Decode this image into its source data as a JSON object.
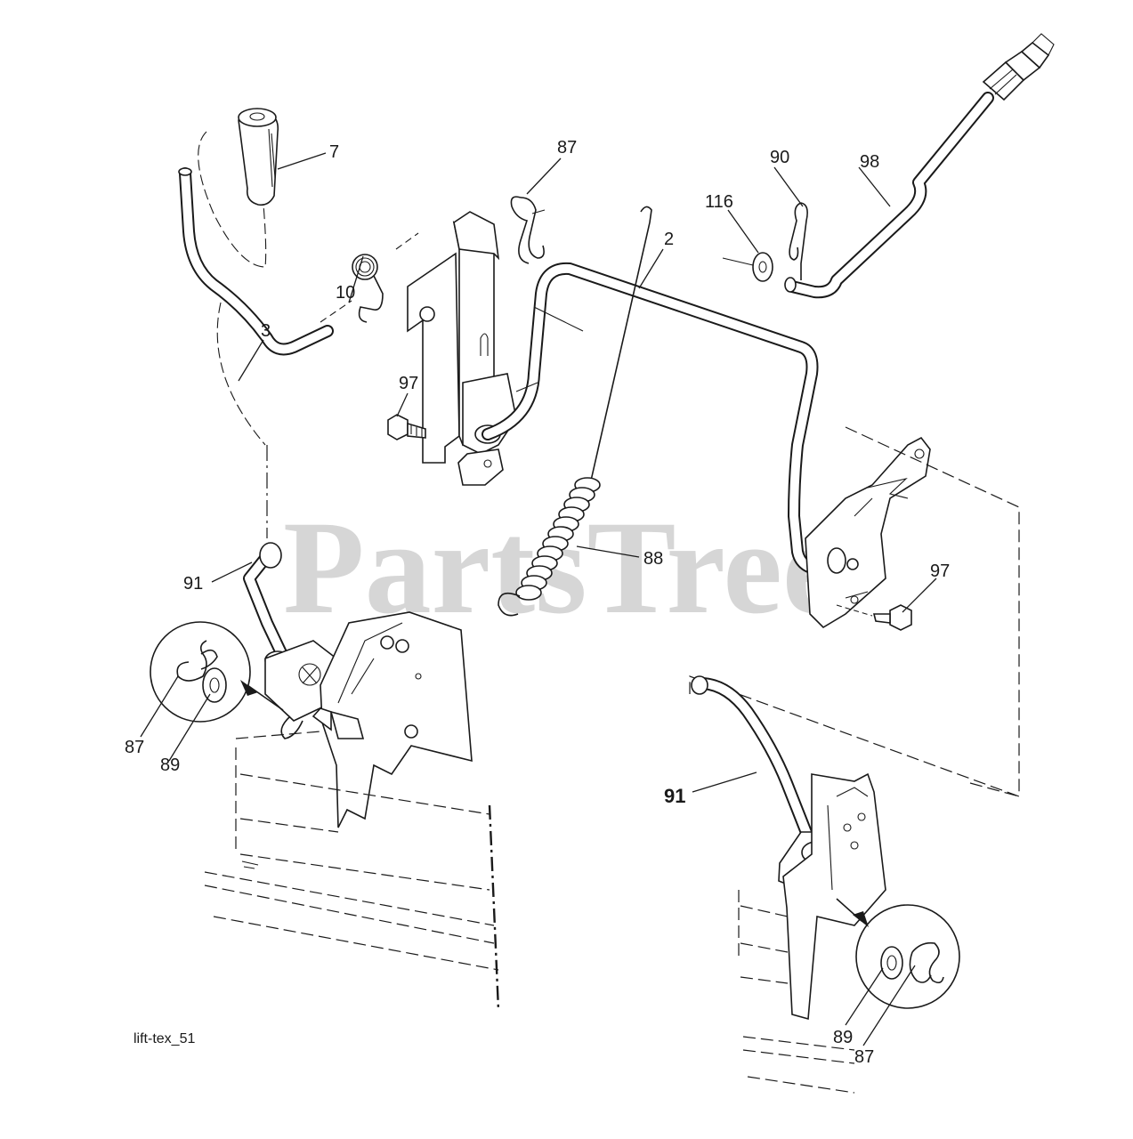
{
  "watermark": "PartsTree",
  "diagram_code": "lift-tex_51",
  "callouts": [
    {
      "id": "c-7",
      "text": "7"
    },
    {
      "id": "c-87-top",
      "text": "87"
    },
    {
      "id": "c-90",
      "text": "90"
    },
    {
      "id": "c-98",
      "text": "98"
    },
    {
      "id": "c-116",
      "text": "116"
    },
    {
      "id": "c-2",
      "text": "2"
    },
    {
      "id": "c-10",
      "text": "10"
    },
    {
      "id": "c-3",
      "text": "3"
    },
    {
      "id": "c-97-left",
      "text": "97"
    },
    {
      "id": "c-97-right",
      "text": "97"
    },
    {
      "id": "c-88",
      "text": "88"
    },
    {
      "id": "c-91-left",
      "text": "91"
    },
    {
      "id": "c-87-left",
      "text": "87"
    },
    {
      "id": "c-89-left",
      "text": "89"
    },
    {
      "id": "c-91-right",
      "text": "91"
    },
    {
      "id": "c-89-right",
      "text": "89"
    },
    {
      "id": "c-87-right",
      "text": "87"
    }
  ]
}
